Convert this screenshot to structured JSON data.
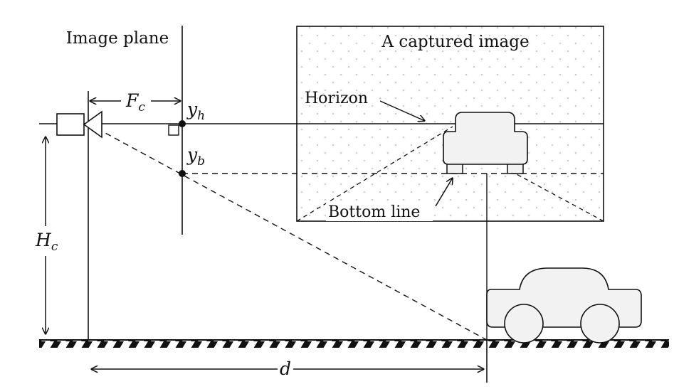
{
  "labels": {
    "image_plane": "Image plane",
    "captured_image": "A captured image",
    "horizon": "Horizon",
    "bottom_line": "Bottom line",
    "focal_symbol": "F",
    "focal_sub": "c",
    "height_symbol": "H",
    "height_sub": "c",
    "yh_symbol": "y",
    "yh_sub": "h",
    "yb_symbol": "y",
    "yb_sub": "b",
    "distance_symbol": "d"
  },
  "colors": {
    "stroke": "#111111",
    "fill_light": "#f2f2f2",
    "dot": "#cfcfcf",
    "background": "#ffffff"
  }
}
